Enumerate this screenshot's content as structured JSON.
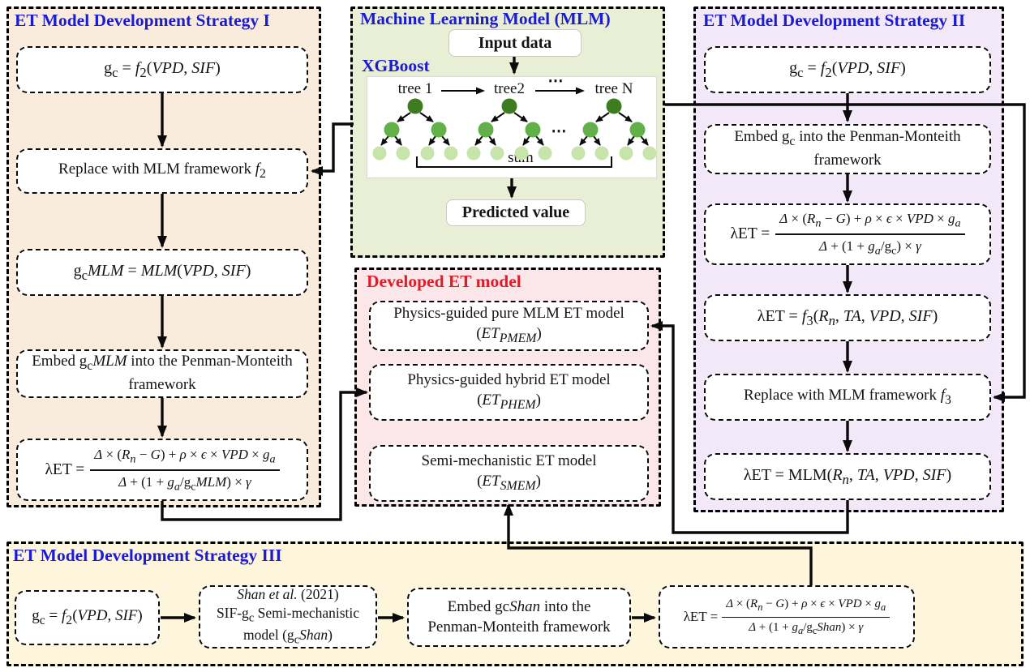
{
  "colors": {
    "title_blue": "#1b1bd0",
    "title_red": "#e31b26",
    "panel1_bg": "#faecdd",
    "mlm_bg": "#e9efd4",
    "panel2_bg": "#f3e8f8",
    "developed_bg": "#fbe7e9",
    "panel3_bg": "#fdf5dc",
    "tree_root": "#3e7d1f",
    "tree_mid": "#61b048",
    "tree_leaf": "#c7e4ab",
    "line": "#0a0a0a"
  },
  "strategy1": {
    "title": "ET Model Development Strategy I",
    "box_gc": "g<sub>c</sub> = <i>f</i><sub>2</sub>(<i>VPD</i>, <i>SIF</i>)",
    "box_replace": "Replace with MLM framework <i>f</i><sub>2</sub>",
    "box_gcmlm": "g<sub>c</sub><i>MLM</i> = <i>MLM</i>(<i>VPD</i>, <i>SIF</i>)",
    "box_embed": "Embed g<sub>c</sub><i>MLM</i> into the Penman-Monteith framework",
    "et_lhs": "λET =",
    "et_num": "<i>Δ</i> × (<i>R<sub>n</sub></i> − <i>G</i>) + <i>ρ</i> × <i>ϵ</i> × <i>VPD</i> × <i>g<sub>a</sub></i>",
    "et_den": "<i>Δ</i> + (1 + <i>g<sub>a</sub></i>/g<sub>c</sub><i>MLM</i>) × <i>γ</i>"
  },
  "mlm": {
    "title": "Machine Learning Model (MLM)",
    "algorithm": "XGBoost",
    "input": "Input data",
    "predicted": "Predicted value",
    "tree1": "tree 1",
    "tree2": "tree2",
    "treeN": "tree N",
    "dots": "⋯",
    "sum": "sum",
    "tree_centers": [
      512,
      628,
      757
    ]
  },
  "strategy2": {
    "title": "ET Model Development Strategy II",
    "box_gc": "g<sub>c</sub> = <i>f</i><sub>2</sub>(<i>VPD</i>, <i>SIF</i>)",
    "box_embed": "Embed g<sub>c</sub> into the Penman-Monteith framework",
    "et1_lhs": "λET =",
    "et1_num": "<i>Δ</i> × (<i>R<sub>n</sub></i> − <i>G</i>) + <i>ρ</i> × <i>ϵ</i> × <i>VPD</i> × <i>g<sub>a</sub></i>",
    "et1_den": "<i>Δ</i> + (1 + <i>g<sub>a</sub></i>/g<sub>c</sub>) × <i>γ</i>",
    "box_f3": "λET = <i>f</i><sub>3</sub>(<i>R<sub>n</sub></i>, <i>TA</i>, <i>VPD</i>, <i>SIF</i>)",
    "box_replace": "Replace with MLM framework <i>f</i><sub>3</sub>",
    "box_mlm": "λET = MLM(<i>R<sub>n</sub></i>, <i>TA</i>, <i>VPD</i>, <i>SIF</i>)"
  },
  "developed": {
    "title": "Developed ET model",
    "box1_line1": "Physics-guided pure MLM ET model",
    "box1_line2": "(<i>ET<sub>PMEM</sub></i>)",
    "box2_line1": "Physics-guided hybrid ET model",
    "box2_line2": "(<i>ET<sub>PHEM</sub></i>)",
    "box3_line1": "Semi-mechanistic ET model",
    "box3_line2": "(<i>ET<sub>SMEM</sub></i>)"
  },
  "strategy3": {
    "title": "ET Model Development Strategy III",
    "box_gc": "g<sub>c</sub> = <i>f</i><sub>2</sub>(<i>VPD</i>, <i>SIF</i>)",
    "box_shan_line1": "<i>Shan et al.</i> (2021)",
    "box_shan_line2": "SIF-g<sub>c</sub> Semi-mechanistic",
    "box_shan_line3": "model (g<sub>c</sub><i>Shan</i>)",
    "box_embed_line1": "Embed gc<i>Shan</i> into the",
    "box_embed_line2": "Penman-Monteith framework",
    "et_lhs": "λET =",
    "et_num": "<i>Δ</i> × (<i>R<sub>n</sub></i> − <i>G</i>) + <i>ρ</i> × <i>ϵ</i> × <i>VPD</i> × <i>g<sub>a</sub></i>",
    "et_den": "<i>Δ</i> + (1 + <i>g<sub>a</sub></i>/g<sub>c</sub><i>Shan</i>) × <i>γ</i>"
  }
}
